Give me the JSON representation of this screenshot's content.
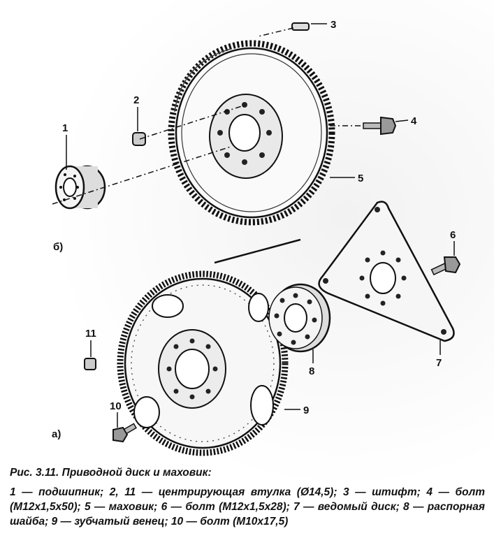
{
  "figure": {
    "callouts": {
      "c1": "1",
      "c2": "2",
      "c3": "3",
      "c4": "4",
      "c5": "5",
      "c6": "6",
      "c7": "7",
      "c8": "8",
      "c9": "9",
      "c10": "10",
      "c11": "11"
    },
    "sub_labels": {
      "b": "б)",
      "a": "а)"
    }
  },
  "caption": {
    "title": "Рис. 3.11. Приводной диск и маховик:",
    "legend": "1 — подшипник; 2, 11 — центрирующая втулка (Ø14,5); 3 — штифт; 4 — болт (М12х1,5х50); 5 — маховик; 6 — болт (М12х1,5х28); 7 — ведомый диск; 8 — распорная шайба; 9 — зубчатый венец; 10 — болт (М10х17,5)"
  }
}
